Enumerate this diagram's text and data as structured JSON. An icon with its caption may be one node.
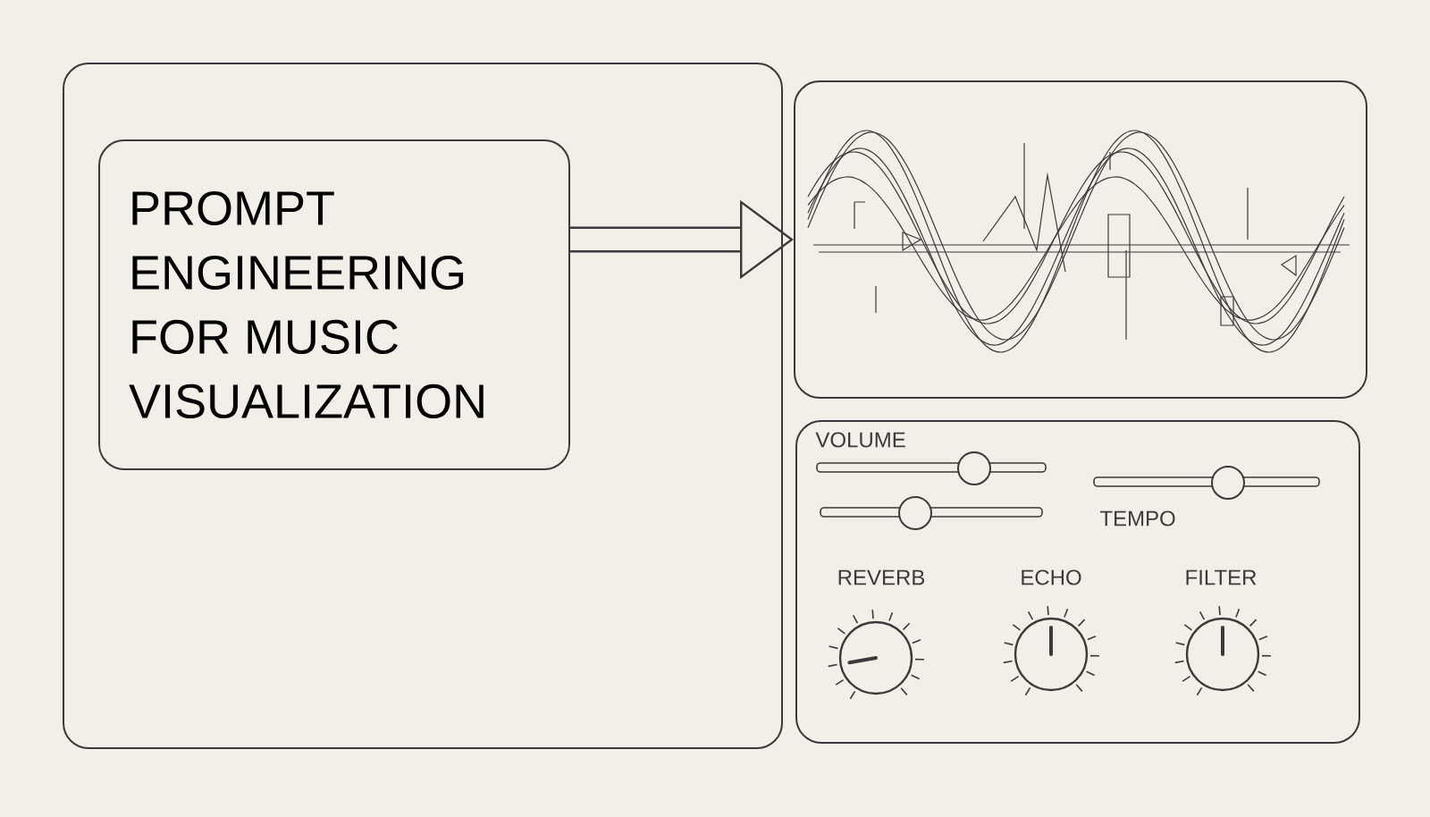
{
  "diagram": {
    "nodes": [
      {
        "text": [],
        "shape": "box"
      },
      {
        "text": [
          "PROMPT ENGINEERING FOR MUSIC VISUALIZATION"
        ],
        "in": 0
      },
      {
        "text": [],
        "shape": "box"
      },
      {
        "text": [
          "VOLUME",
          "TEMPO",
          "REVERB",
          "ECHO",
          "FILTER"
        ]
      }
    ],
    "edges": [
      {
        "from": 1,
        "to": 2,
        "arrow": "to"
      }
    ]
  }
}
